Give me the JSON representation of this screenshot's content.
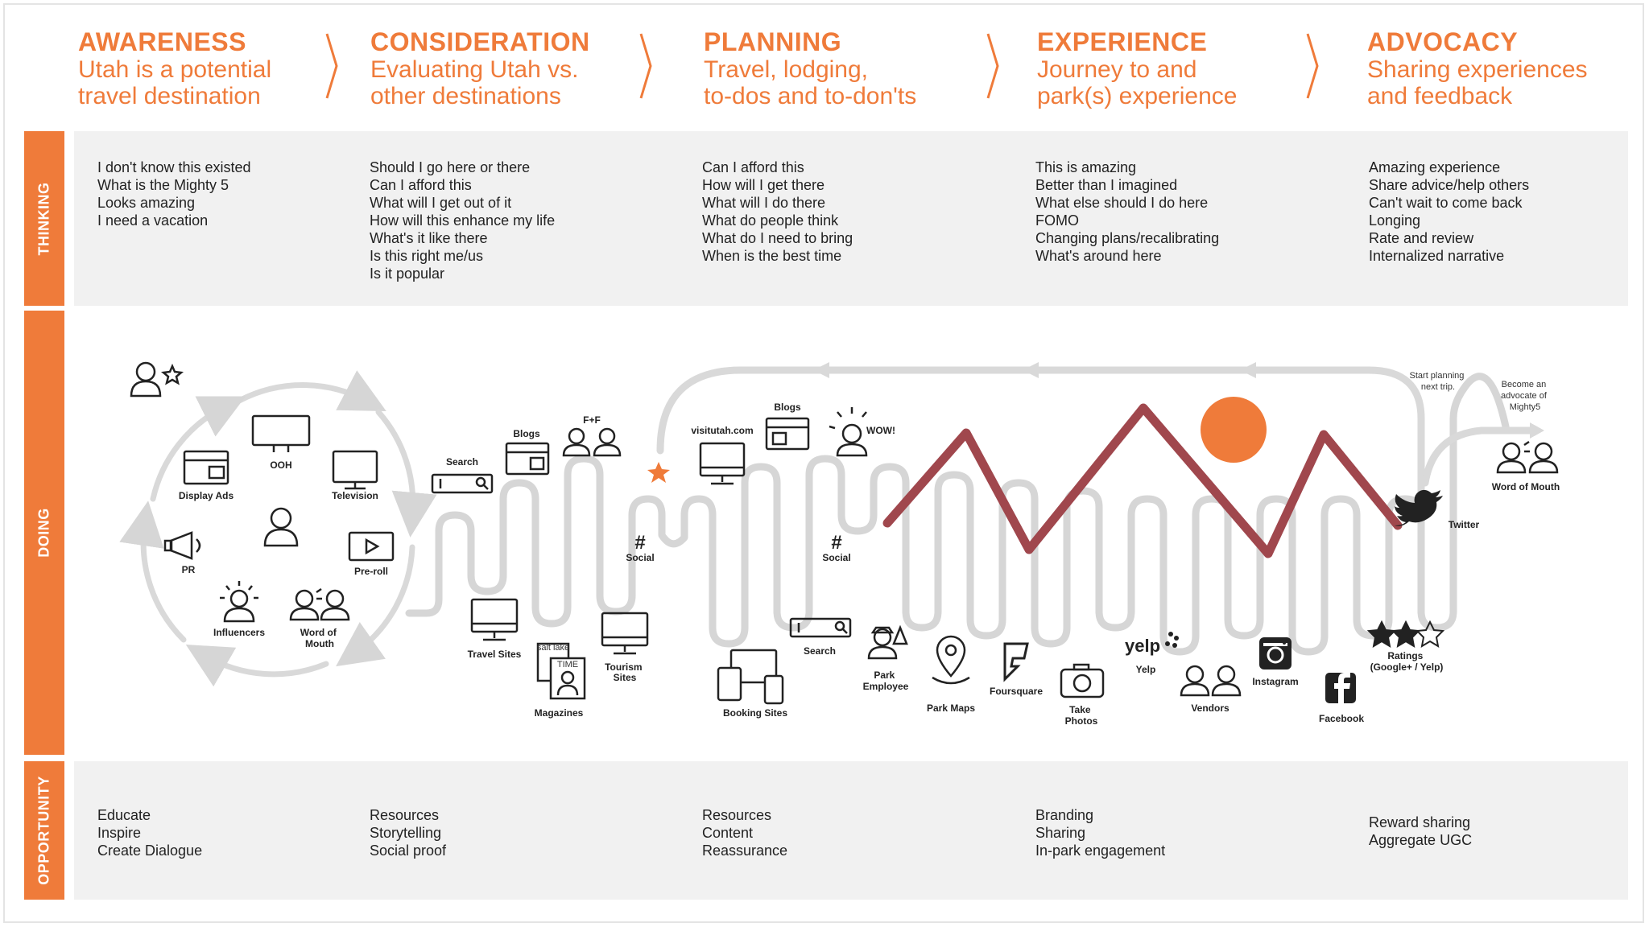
{
  "stages": [
    {
      "title": "AWARENESS",
      "subtitle": "Utah is a potential\ntravel destination"
    },
    {
      "title": "CONSIDERATION",
      "subtitle": "Evaluating Utah vs.\nother destinations"
    },
    {
      "title": "PLANNING",
      "subtitle": "Travel, lodging,\nto-dos and to-don'ts"
    },
    {
      "title": "EXPERIENCE",
      "subtitle": "Journey to and\npark(s) experience"
    },
    {
      "title": "ADVOCACY",
      "subtitle": "Sharing experiences\nand feedback"
    }
  ],
  "row_labels": {
    "thinking": "THINKING",
    "doing": "DOING",
    "opportunity": "OPPORTUNITY"
  },
  "thinking": [
    [
      "I don't know this existed",
      "What is the Mighty 5",
      "Looks amazing",
      "I need a vacation"
    ],
    [
      "Should I go here or there",
      "Can I afford this",
      "What will I get out of it",
      "How will this enhance my life",
      "What's it like there",
      "Is this right me/us",
      "Is it popular"
    ],
    [
      "Can I afford this",
      "How will I get there",
      "What will I do there",
      "What do people think",
      "What do I need to bring",
      "When is the best time"
    ],
    [
      "This is amazing",
      "Better than I imagined",
      "What else should I do here",
      "FOMO",
      "Changing plans/recalibrating",
      "What's around here"
    ],
    [
      "Amazing experience",
      "Share advice/help others",
      "Can't wait to come back",
      "Longing",
      "Rate and review",
      "Internalized narrative"
    ]
  ],
  "opportunity": [
    [
      "Educate",
      "Inspire",
      "Create Dialogue"
    ],
    [
      "Resources",
      "Storytelling",
      "Social proof"
    ],
    [
      "Resources",
      "Content",
      "Reassurance"
    ],
    [
      "Branding",
      "Sharing",
      "In-park engagement"
    ],
    [
      "Reward sharing",
      "Aggregate UGC"
    ]
  ],
  "doing_labels": {
    "ooh": "OOH",
    "display_ads": "Display Ads",
    "television": "Television",
    "pr": "PR",
    "pre_roll": "Pre-roll",
    "influencers": "Influencers",
    "word_of_mouth": "Word of\nMouth",
    "search": "Search",
    "blogs": "Blogs",
    "ff": "F+F",
    "social": "Social",
    "travel_sites": "Travel Sites",
    "magazines": "Magazines",
    "tourism_sites": "Tourism\nSites",
    "visitutah": "visitutah.com",
    "blogs2": "Blogs",
    "wow": "WOW!",
    "social2": "Social",
    "search2": "Search",
    "booking_sites": "Booking Sites",
    "park_employee": "Park\nEmployee",
    "park_maps": "Park Maps",
    "foursquare": "Foursquare",
    "take_photos": "Take\nPhotos",
    "yelp_logo": "yelp",
    "yelp": "Yelp",
    "vendors": "Vendors",
    "instagram": "Instagram",
    "facebook": "Facebook",
    "ratings": "Ratings\n(Google+ / Yelp)",
    "twitter": "Twitter",
    "word_of_mouth2": "Word of Mouth",
    "start_planning": "Start planning\nnext trip.",
    "become_advocate": "Become an\nadvocate of\nMighty5",
    "magazine_cover1": "salt lake",
    "magazine_cover2": "TIME"
  },
  "colors": {
    "accent": "#ef7b3a",
    "mountain": "#a0474d",
    "path": "#d6d6d6",
    "panel": "#f1f1f1"
  }
}
